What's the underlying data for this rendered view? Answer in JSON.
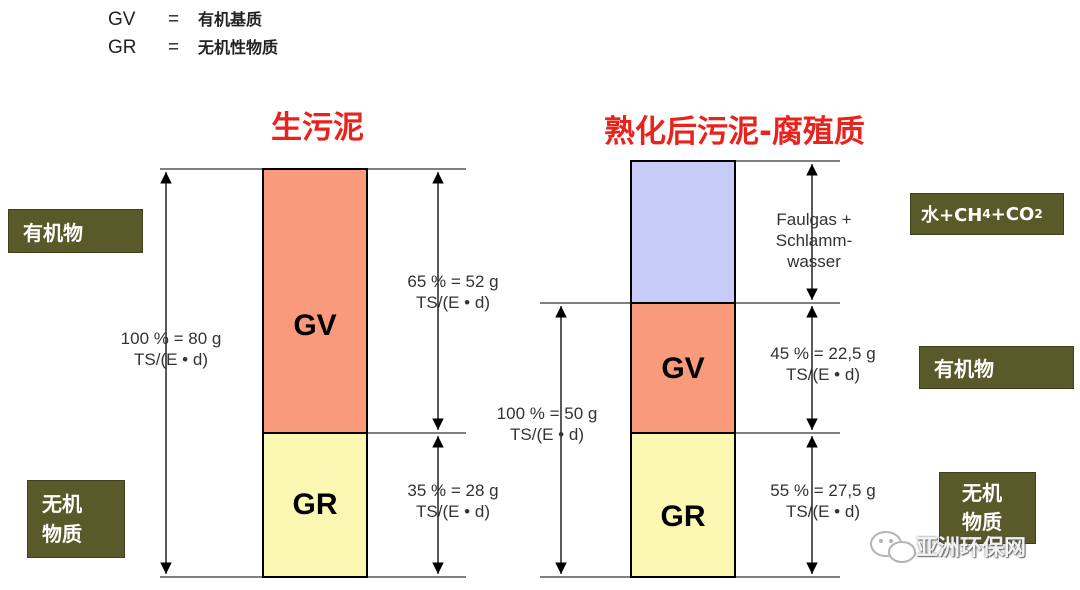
{
  "legend": [
    {
      "code": "GV",
      "eq": "=",
      "desc": "有机基质"
    },
    {
      "code": "GR",
      "eq": "=",
      "desc": "无机性物质"
    }
  ],
  "left": {
    "title": "生污泥",
    "gv_label": "GV",
    "gr_label": "GR",
    "total_l1": "100 % = 80 g",
    "total_l2": "TS/(E • d)",
    "gv_l1": "65 % = 52 g",
    "gv_l2": "TS/(E • d)",
    "gr_l1": "35 % = 28 g",
    "gr_l2": "TS/(E • d)",
    "tag_organic": "有机物",
    "tag_inorganic_1": "无机",
    "tag_inorganic_2": "物质"
  },
  "right": {
    "title": "熟化后污泥-腐殖质",
    "gv_label": "GV",
    "gr_label": "GR",
    "gas_l1": "Faulgas +",
    "gas_l2": "Schlamm-",
    "gas_l3": "wasser",
    "total_l1": "100 % = 50 g",
    "total_l2": "TS/(E • d)",
    "gv_l1": "45 % = 22,5 g",
    "gv_l2": "TS/(E • d)",
    "gr_l1": "55 % = 27,5 g",
    "gr_l2": "TS/(E • d)",
    "tag_gas_a": "水+CH",
    "tag_gas_sub1": "4",
    "tag_gas_b": "+CO",
    "tag_gas_sub2": "2",
    "tag_organic": "有机物",
    "tag_inorganic_1": "无机",
    "tag_inorganic_2": "物质"
  },
  "watermark": "亚洲环保网",
  "colors": {
    "gv_fill": "#f99a7c",
    "gr_fill": "#fbf8b4",
    "gas_fill": "#c6cbf8",
    "title": "#e8231e",
    "tag_bg": "#595a2a"
  }
}
